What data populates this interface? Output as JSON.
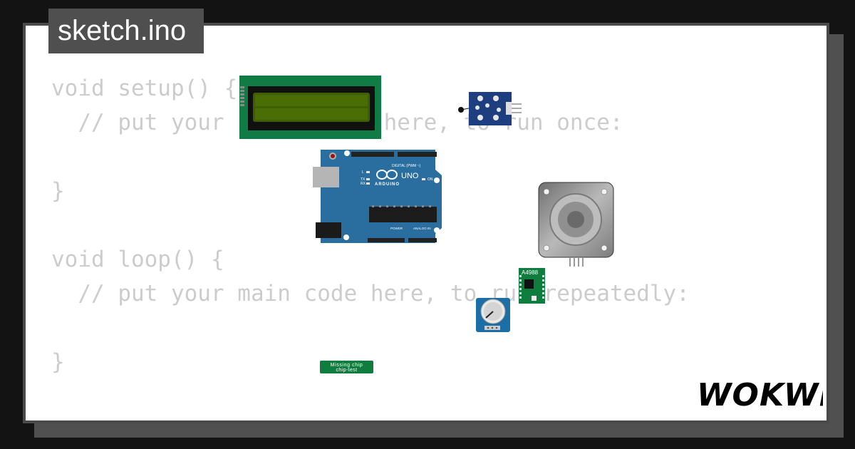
{
  "file_tab": {
    "filename": "sketch.ino"
  },
  "code_lines": [
    "void setup() {",
    "  // put your setup code here, to run once:",
    "",
    "}",
    "",
    "void loop() {",
    "  // put your main code here, to run repeatedly:",
    "",
    "}"
  ],
  "components": {
    "arduino": {
      "brand": "ARDUINO",
      "model": "UNO",
      "digital_label": "DIGITAL (PWM ~)",
      "analog_label": "ANALOG IN",
      "power_label": "POWER",
      "led_labels": [
        "L",
        "TX",
        "RX"
      ],
      "on_label": "ON"
    },
    "custom_chip": {
      "line1": "Missing chip",
      "line2": "chip-test"
    },
    "driver": {
      "label": "A4988"
    }
  },
  "brand": {
    "logo_text": "WOKWi"
  },
  "colors": {
    "background": "#131313",
    "card": "#ffffff",
    "tab": "#4f4f4f",
    "code_text": "#cccccc",
    "arduino_blue": "#2a6d9f",
    "lcd_green": "#0f7b45",
    "lcd_screen": "#3f5e00",
    "stepper_gray": "#9a9a9a"
  }
}
